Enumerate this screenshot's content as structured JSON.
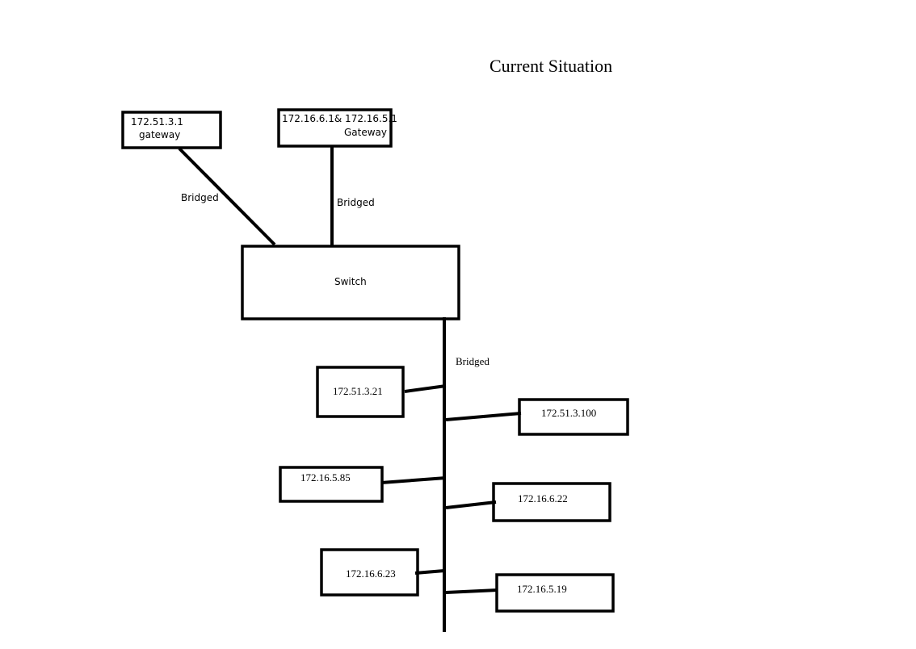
{
  "title": "Current Situation",
  "gateways": {
    "left": {
      "line1": "172.51.3.1",
      "line2": "gateway"
    },
    "right": {
      "line1": "172.16.6.1& 172.16.5.1",
      "line2": "Gateway"
    }
  },
  "links": {
    "left_gateway": "Bridged",
    "right_gateway": "Bridged",
    "trunk": "Bridged"
  },
  "switch": {
    "label": "Switch"
  },
  "hosts": [
    {
      "ip": "172.51.3.21"
    },
    {
      "ip": "172.51.3.100"
    },
    {
      "ip": "172.16.5.85"
    },
    {
      "ip": "172.16.6.22"
    },
    {
      "ip": "172.16.6.23"
    },
    {
      "ip": "172.16.5.19"
    }
  ],
  "colors": {
    "stroke": "#000000",
    "background": "#ffffff"
  }
}
